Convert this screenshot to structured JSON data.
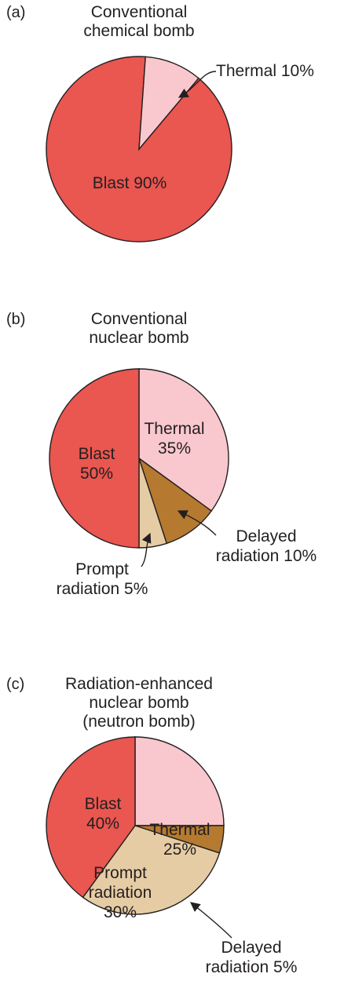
{
  "colors": {
    "blast": "#ea5650",
    "thermal": "#f9c8ce",
    "delayed_radiation": "#b57a30",
    "prompt_radiation": "#e6ccA4",
    "outline": "#231f20"
  },
  "chart_data": [
    {
      "type": "pie",
      "panel": "(a)",
      "title": [
        "Conventional",
        "chemical bomb"
      ],
      "slices": [
        {
          "key": "blast",
          "value": 90,
          "label": [
            "Blast 90%"
          ]
        },
        {
          "key": "thermal",
          "value": 10,
          "label": [
            "Thermal 10%"
          ]
        }
      ]
    },
    {
      "type": "pie",
      "panel": "(b)",
      "title": [
        "Conventional",
        "nuclear bomb"
      ],
      "slices": [
        {
          "key": "thermal",
          "value": 35,
          "label": [
            "Thermal",
            "35%"
          ]
        },
        {
          "key": "delayed_radiation",
          "value": 10,
          "label": [
            "Delayed",
            "radiation 10%"
          ]
        },
        {
          "key": "prompt_radiation",
          "value": 5,
          "label": [
            "Prompt",
            "radiation 5%"
          ]
        },
        {
          "key": "blast",
          "value": 50,
          "label": [
            "Blast",
            "50%"
          ]
        }
      ]
    },
    {
      "type": "pie",
      "panel": "(c)",
      "title": [
        "Radiation-enhanced",
        "nuclear bomb",
        "(neutron bomb)"
      ],
      "slices": [
        {
          "key": "thermal",
          "value": 25,
          "label": [
            "Thermal",
            "25%"
          ]
        },
        {
          "key": "delayed_radiation",
          "value": 5,
          "label": [
            "Delayed",
            "radiation 5%"
          ]
        },
        {
          "key": "prompt_radiation",
          "value": 30,
          "label": [
            "Prompt",
            "radiation",
            "30%"
          ]
        },
        {
          "key": "blast",
          "value": 40,
          "label": [
            "Blast",
            "40%"
          ]
        }
      ]
    }
  ]
}
